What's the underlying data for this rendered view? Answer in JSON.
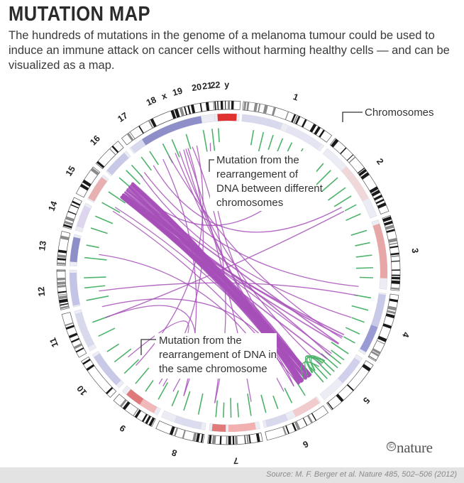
{
  "header": {
    "title": "MUTATION MAP",
    "subtitle": "The hundreds of mutations in the genome of a melanoma tumour could be used to induce an immune attack on cancer cells without harming healthy cells — and can be visualized as a map."
  },
  "chromosomes": [
    "1",
    "2",
    "3",
    "4",
    "5",
    "6",
    "7",
    "8",
    "9",
    "10",
    "11",
    "12",
    "13",
    "14",
    "15",
    "16",
    "17",
    "18",
    "19",
    "20",
    "21",
    "22",
    "x",
    "y"
  ],
  "annotations": {
    "chromosomes": "Chromosomes",
    "inter": [
      "Mutation from the",
      "rearrangement of",
      "DNA between different",
      "chromosomes"
    ],
    "intra": [
      "Mutation from the",
      "rearrangement of DNA in",
      "the same chromosome"
    ]
  },
  "footer": {
    "logo": "nature",
    "logo_symbol": "©",
    "source": "Source: M. F. Berger et al. Nature 485, 502–506 (2012)"
  },
  "colors": {
    "link": "#a64fb8",
    "mutation": "#4db36b",
    "amplification": "#e06e6e",
    "deletion": "#8e8ec9",
    "cytoband": "#1a1a1a"
  }
}
